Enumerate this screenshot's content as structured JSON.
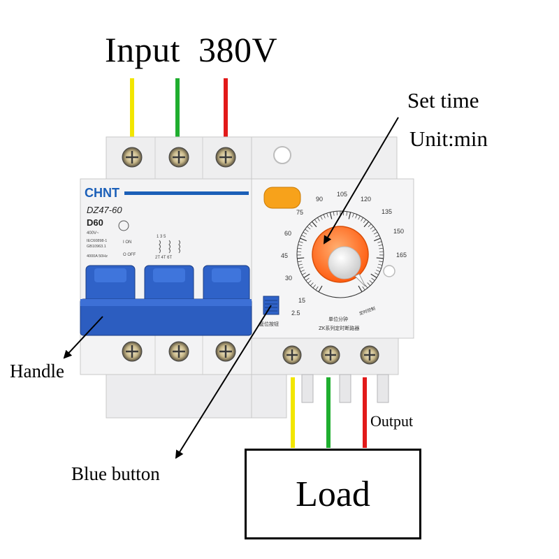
{
  "labels": {
    "title": "Input  380V",
    "set_time": "Set time",
    "unit": "Unit:min",
    "handle": "Handle",
    "blue_button": "Blue button",
    "output": "Output",
    "load": "Load"
  },
  "device": {
    "brand": "CHNT",
    "model": "DZ47-60",
    "rating": "D60",
    "voltage": "400V~",
    "standard_1": "IEC60898-1",
    "standard_2": "GB10963.1",
    "breaking": "4000A 50Hz",
    "on_label": "I ON",
    "off_label": "O OFF",
    "terminals_top": "1 3 5",
    "terminals_top_2": "3 5",
    "terminals_bottom": "2T 4T 6T",
    "reset_label": "复位按钮",
    "dial_unit_label": "单位分钟",
    "dial_mode_label": "定时控制",
    "series_label": "ZK系列定时断路器",
    "dial_ticks": [
      "2.5",
      "15",
      "30",
      "45",
      "60",
      "75",
      "90",
      "105",
      "120",
      "135",
      "150",
      "165"
    ]
  },
  "colors": {
    "wire_yellow": "#f2e600",
    "wire_green": "#1fae2f",
    "wire_red": "#e21a1a",
    "handle_blue": "#2f62c8",
    "knob_orange": "#ff6a1a",
    "indicator_orange": "#f7a21b",
    "brand_blue": "#1b5fb8"
  }
}
